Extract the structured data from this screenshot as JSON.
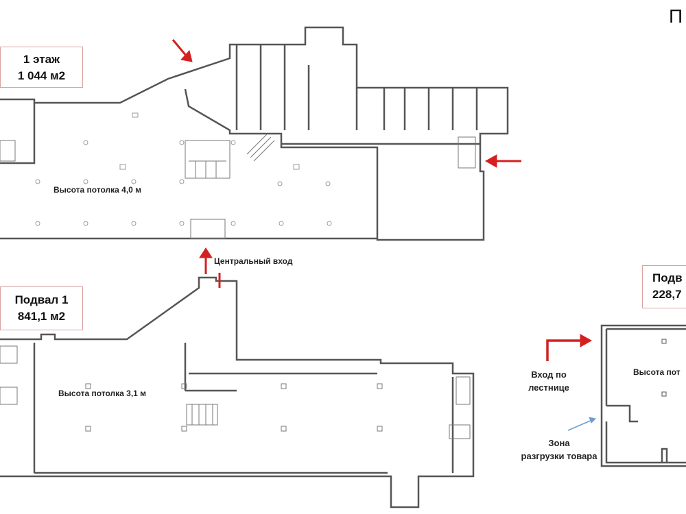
{
  "page_title": "П",
  "floor1": {
    "title": "1 этаж",
    "area": "1 044 м2",
    "ceiling": "Высота потолка 4,0 м",
    "entrance": "Центральный вход"
  },
  "basement1": {
    "title": "Подвал 1",
    "area": "841,1 м2",
    "ceiling": "Высота потолка 3,1 м"
  },
  "basement2": {
    "title": "Подв",
    "area": "228,7",
    "ceiling": "Высота пот",
    "stair_entry_1": "Вход по",
    "stair_entry_2": "лестнице",
    "unload_1": "Зона",
    "unload_2": "разгрузки товара"
  },
  "colors": {
    "arrow": "#d42020",
    "pointer": "#6a9fd0",
    "wall": "#555555",
    "box_border": "#d9a0a0"
  }
}
